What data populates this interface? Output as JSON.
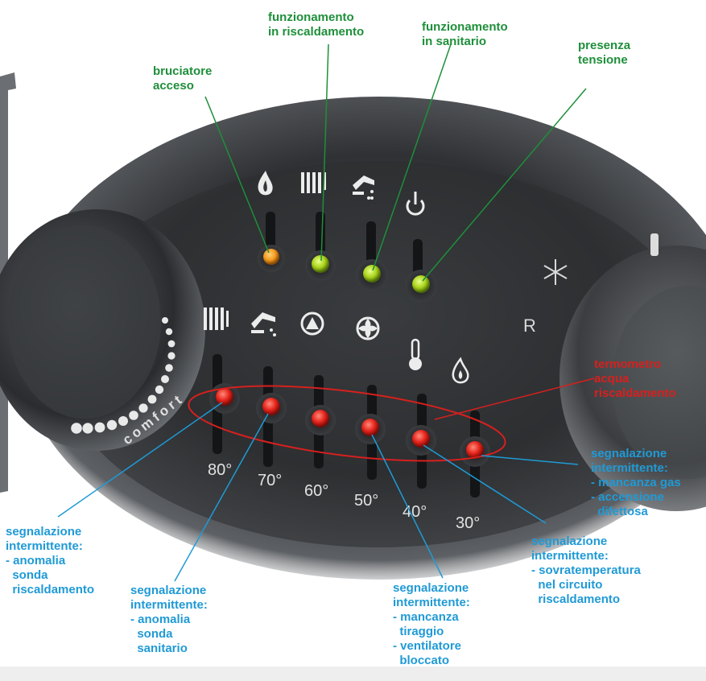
{
  "colors": {
    "label_green": "#1e8f3a",
    "label_red": "#d6201e",
    "label_blue": "#1f9ad6",
    "led_orange": "#f39a1e",
    "led_green": "#a8d21a",
    "led_red": "#e5231b"
  },
  "top_labels": {
    "bruciatore": "bruciatore\nacceso",
    "riscaldamento": "funzionamento\nin riscaldamento",
    "sanitario": "funzionamento\nin sanitario",
    "tensione": "presenza\ntensione"
  },
  "thermo_label": "termometro\nacqua\nriscaldamento",
  "bottom_labels": {
    "sonda_risc": "segnalazione\nintermittente:\n- anomalia\n  sonda\n  riscaldamento",
    "sonda_san": "segnalazione\nintermittente:\n- anomalia\n  sonda\n  sanitario",
    "tiraggio": "segnalazione\nintermittente:\n- mancanza\n  tiraggio\n- ventilatore\n  bloccato",
    "sovratemp": "segnalazione\nintermittente:\n- sovratemperatura\n  nel circuito\n  riscaldamento",
    "gas": "segnalazione\nintermittente:\n- mancanza gas\n- accensione\n  difettosa"
  },
  "temperatures": [
    "80°",
    "70°",
    "60°",
    "50°",
    "40°",
    "30°"
  ],
  "panel_text": {
    "comfort": "comfort",
    "r_mark": "R"
  },
  "icons": {
    "top_row": [
      "flame-icon",
      "radiator-icon",
      "tap-icon",
      "power-icon"
    ],
    "bottom_row": [
      "radiator-alert-icon",
      "tap-alert-icon",
      "flue-icon",
      "fan-icon",
      "thermometer-icon",
      "flame-gas-icon"
    ],
    "right": "snowflake-icon"
  }
}
